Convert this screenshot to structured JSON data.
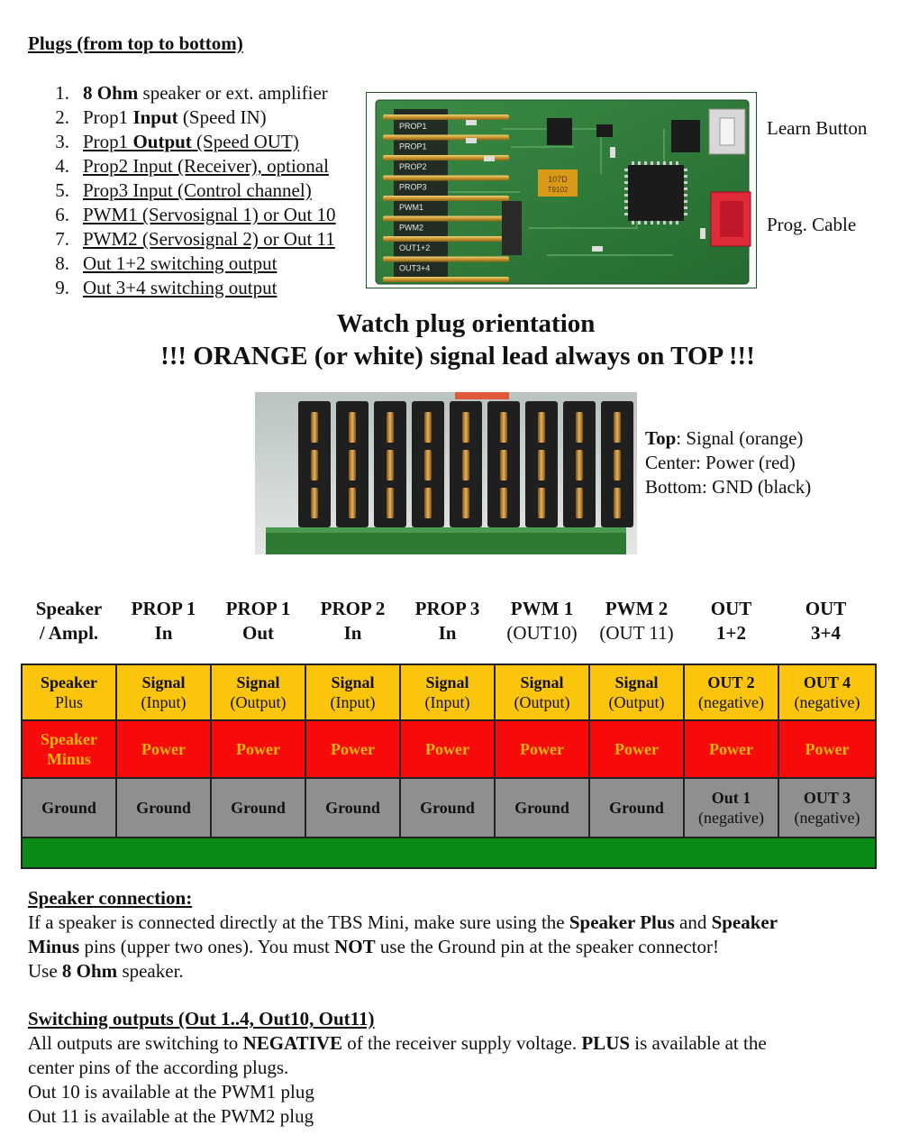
{
  "heading": "Plugs (from top to bottom)",
  "plugs": [
    {
      "n": "1.",
      "pre": "",
      "b": "8 Ohm",
      "post": " speaker or ext. amplifier",
      "underline": false
    },
    {
      "n": "2.",
      "pre": "Prop1 ",
      "b": "Input",
      "post": " (Speed IN)",
      "underline": false
    },
    {
      "n": "3.",
      "pre": "Prop1 ",
      "b": "Output",
      "post": " (Speed OUT)",
      "underline": true
    },
    {
      "n": "4.",
      "pre": "Prop2 Input (Receiver), optional",
      "b": "",
      "post": "",
      "underline": true
    },
    {
      "n": "5.",
      "pre": "Prop3 Input (Control channel)",
      "b": "",
      "post": "",
      "underline": true
    },
    {
      "n": "6.",
      "pre": "PWM1 (Servosignal 1) or Out 10",
      "b": "",
      "post": "",
      "underline": true
    },
    {
      "n": "7.",
      "pre": "PWM2 (Servosignal 2) or Out 11",
      "b": "",
      "post": "",
      "underline": true
    },
    {
      "n": "8.",
      "pre": "Out 1+2 switching output",
      "b": "",
      "post": "",
      "underline": true
    },
    {
      "n": "9.",
      "pre": "Out 3+4 switching output",
      "b": "",
      "post": "",
      "underline": true
    }
  ],
  "board": {
    "pin_labels": [
      "PROP1",
      "PROP1",
      "PROP2",
      "PROP3",
      "PWM1",
      "PWM2",
      "OUT1+2",
      "OUT3+4"
    ],
    "capacitor_text": [
      "107D",
      "T9102"
    ],
    "learn_button_label": "Learn Button",
    "prog_cable_label": "Prog. Cable"
  },
  "orientation": {
    "line1": "Watch plug orientation",
    "line2": "!!! ORANGE (or white) signal lead always on TOP !!!"
  },
  "legend": {
    "top_label": "Top",
    "top_value": ":   Signal (orange)",
    "center": "Center: Power (red)",
    "bottom": "Bottom: GND (black)"
  },
  "columns": [
    {
      "l1": "Speaker",
      "l2": "/ Ampl.",
      "bold1": true,
      "bold2": true
    },
    {
      "l1": "PROP 1",
      "l2": "In",
      "bold1": true,
      "bold2": true
    },
    {
      "l1": "PROP 1",
      "l2": "Out",
      "bold1": true,
      "bold2": true
    },
    {
      "l1": "PROP 2",
      "l2": "In",
      "bold1": true,
      "bold2": true
    },
    {
      "l1": "PROP 3",
      "l2": "In",
      "bold1": true,
      "bold2": true
    },
    {
      "l1": "PWM 1",
      "l2": "(OUT10)",
      "bold1": true,
      "bold2": false
    },
    {
      "l1": "PWM 2",
      "l2": "(OUT 11)",
      "bold1": true,
      "bold2": false
    },
    {
      "l1": "OUT",
      "l2": "1+2",
      "bold1": true,
      "bold2": true
    },
    {
      "l1": "OUT",
      "l2": "3+4",
      "bold1": true,
      "bold2": true
    }
  ],
  "pin_rows": [
    {
      "color": "yellow",
      "cells": [
        [
          "Speaker",
          "Plus"
        ],
        [
          "Signal",
          "(Input)"
        ],
        [
          "Signal",
          "(Output)"
        ],
        [
          "Signal",
          "(Input)"
        ],
        [
          "Signal",
          "(Input)"
        ],
        [
          "Signal",
          "(Output)"
        ],
        [
          "Signal",
          "(Output)"
        ],
        [
          "OUT 2",
          "(negative)"
        ],
        [
          "OUT 4",
          "(negative)"
        ]
      ]
    },
    {
      "color": "red",
      "cells": [
        [
          "Speaker",
          "Minus"
        ],
        [
          "Power",
          ""
        ],
        [
          "Power",
          ""
        ],
        [
          "Power",
          ""
        ],
        [
          "Power",
          ""
        ],
        [
          "Power",
          ""
        ],
        [
          "Power",
          ""
        ],
        [
          "Power",
          ""
        ],
        [
          "Power",
          ""
        ]
      ]
    },
    {
      "color": "gray",
      "cells": [
        [
          "Ground",
          ""
        ],
        [
          "Ground",
          ""
        ],
        [
          "Ground",
          ""
        ],
        [
          "Ground",
          ""
        ],
        [
          "Ground",
          ""
        ],
        [
          "Ground",
          ""
        ],
        [
          "Ground",
          ""
        ],
        [
          "Out 1",
          "(negative)"
        ],
        [
          "OUT 3",
          "(negative)"
        ]
      ]
    }
  ],
  "colors": {
    "yellow": "#fbc40d",
    "red": "#f60a0a",
    "gray": "#8f8f8f",
    "green": "#0a8a16"
  },
  "speaker_section": {
    "title": "Speaker connection:",
    "p1_a": "If a speaker is connected directly at the TBS Mini, make sure using the ",
    "p1_b": "Speaker Plus",
    "p1_c": " and ",
    "p1_d": "Speaker",
    "p2_a": "Minus",
    "p2_b": " pins (upper two ones). You must ",
    "p2_c": "NOT",
    "p2_d": " use the Ground pin at the speaker connector!",
    "p3_a": "Use ",
    "p3_b": "8 Ohm",
    "p3_c": " speaker."
  },
  "switching_section": {
    "title": "Switching outputs (Out 1..4, Out10, Out11)",
    "p1_a": "All outputs are switching to ",
    "p1_b": "NEGATIVE",
    "p1_c": " of the receiver supply voltage. ",
    "p1_d": "PLUS",
    "p1_e": " is available at the",
    "p2": "center pins of the according plugs.",
    "p3": "Out 10 is available at the PWM1 plug",
    "p4": "Out 11 is available at the PWM2 plug"
  }
}
